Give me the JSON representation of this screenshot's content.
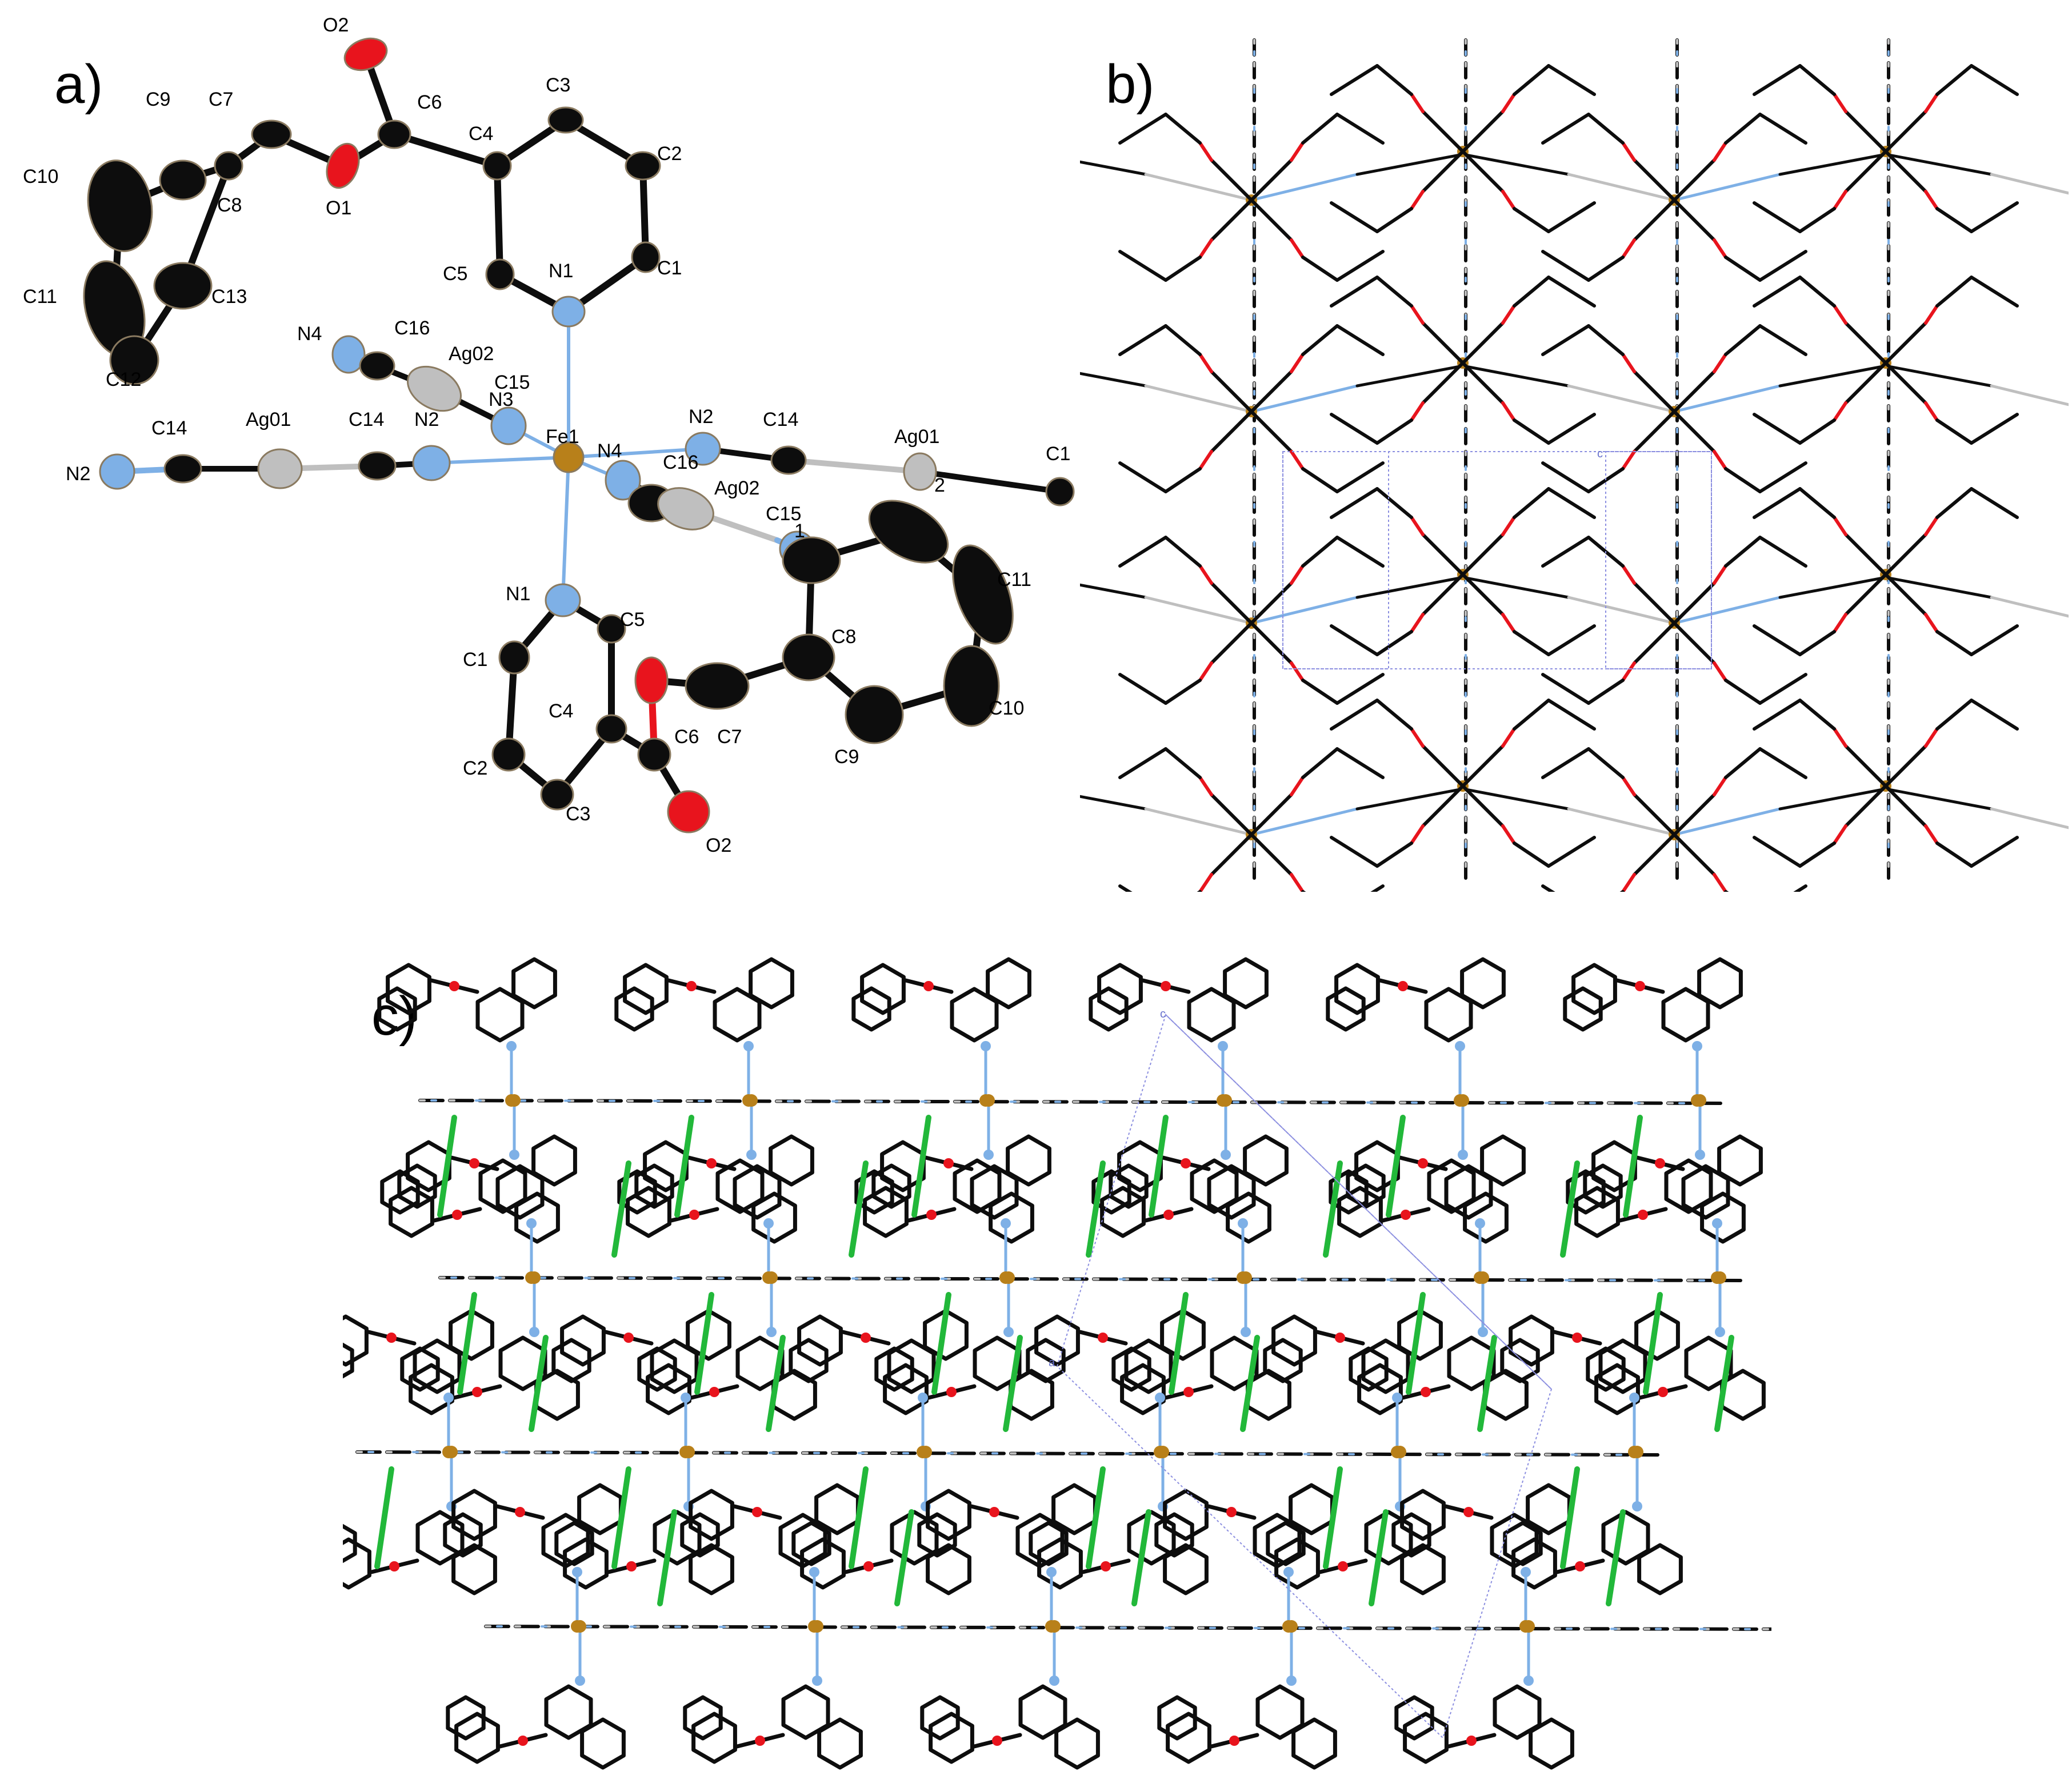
{
  "figure": {
    "panels": [
      {
        "id": "a",
        "label": "a)"
      },
      {
        "id": "b",
        "label": "b)"
      },
      {
        "id": "c",
        "label": "c)"
      }
    ],
    "colors": {
      "carbon": "#0d0d0d",
      "nitrogen": "#7eb0e6",
      "oxygen": "#e8141d",
      "iron": "#b8801a",
      "silver": "#bfbfbf",
      "hbond": "#22b83a",
      "cell": "#8c8fe0",
      "ellipse_stroke": "#8a7a60"
    },
    "panel_a": {
      "atom_labels": [
        {
          "text": "O2"
        },
        {
          "text": "C6"
        },
        {
          "text": "C3"
        },
        {
          "text": "C9"
        },
        {
          "text": "C7"
        },
        {
          "text": "C4"
        },
        {
          "text": "C2"
        },
        {
          "text": "C10"
        },
        {
          "text": "C8"
        },
        {
          "text": "O1"
        },
        {
          "text": "C5"
        },
        {
          "text": "N1"
        },
        {
          "text": "C1"
        },
        {
          "text": "C11"
        },
        {
          "text": "C13"
        },
        {
          "text": "C16"
        },
        {
          "text": "N4"
        },
        {
          "text": "Ag02"
        },
        {
          "text": "C12"
        },
        {
          "text": "C15"
        },
        {
          "text": "N3"
        },
        {
          "text": "C14"
        },
        {
          "text": "Ag01"
        },
        {
          "text": "C14"
        },
        {
          "text": "N2"
        },
        {
          "text": "Fe1"
        },
        {
          "text": "N2"
        },
        {
          "text": "C14"
        },
        {
          "text": "Ag01"
        },
        {
          "text": "N2"
        },
        {
          "text": "N4"
        },
        {
          "text": "C16"
        },
        {
          "text": "Ag02"
        },
        {
          "text": "C15"
        },
        {
          "text": "C11"
        },
        {
          "text": "N1"
        },
        {
          "text": "C5"
        },
        {
          "text": "C1"
        },
        {
          "text": "C8"
        },
        {
          "text": "C4"
        },
        {
          "text": "C6"
        },
        {
          "text": "C7"
        },
        {
          "text": "C10"
        },
        {
          "text": "C2"
        },
        {
          "text": "C9"
        },
        {
          "text": "C3"
        },
        {
          "text": "O2"
        },
        {
          "text": "C1"
        },
        {
          "text": "2"
        },
        {
          "text": "1"
        }
      ]
    },
    "panel_b": {
      "cell_label": "c"
    },
    "panel_c": {
      "cell_labels": [
        {
          "text": "c"
        },
        {
          "text": "a"
        }
      ]
    }
  }
}
